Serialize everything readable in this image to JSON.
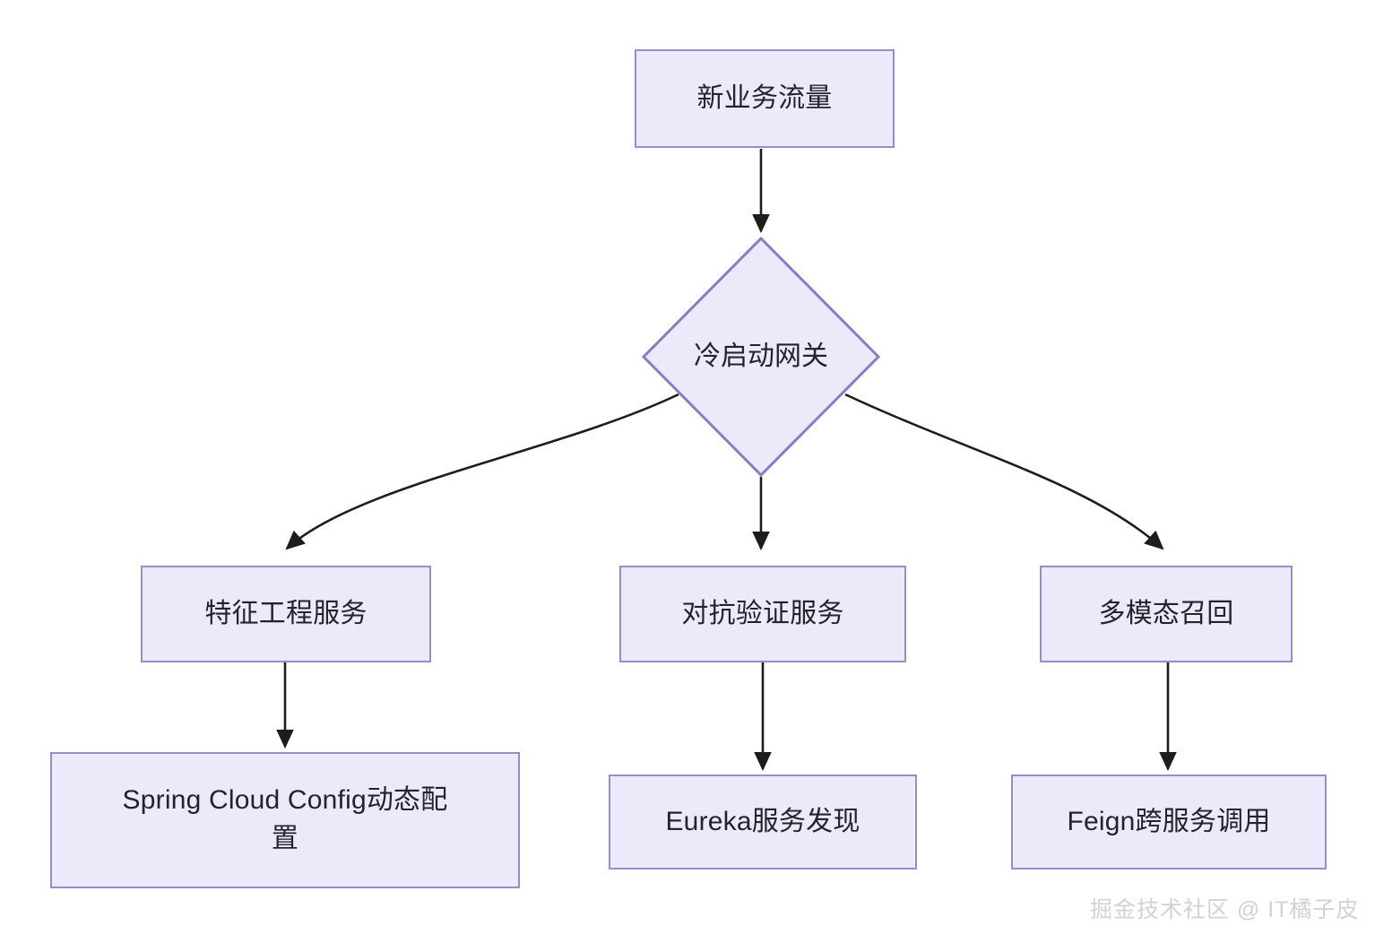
{
  "diagram": {
    "type": "flowchart",
    "title": "",
    "direction": "top-down",
    "theme": {
      "node_fill": "#ece9fb",
      "node_border": "#9a8bc9",
      "node_text": "#21252b",
      "edge_stroke": "#1d1d1d",
      "background": "#ffffff",
      "watermark_color": "#d2d2d6"
    },
    "nodes": [
      {
        "id": "n1",
        "shape": "rect",
        "label": "新业务流量"
      },
      {
        "id": "n2",
        "shape": "diamond",
        "label": "冷启动网关"
      },
      {
        "id": "n3",
        "shape": "rect",
        "label": "特征工程服务"
      },
      {
        "id": "n4",
        "shape": "rect",
        "label": "对抗验证服务"
      },
      {
        "id": "n5",
        "shape": "rect",
        "label": "多模态召回"
      },
      {
        "id": "n6",
        "shape": "rect",
        "label": "Spring Cloud Config动态配\n置"
      },
      {
        "id": "n7",
        "shape": "rect",
        "label": "Eureka服务发现"
      },
      {
        "id": "n8",
        "shape": "rect",
        "label": "Feign跨服务调用"
      }
    ],
    "edges": [
      {
        "from": "n1",
        "to": "n2",
        "label": "",
        "style": "straight-arrow"
      },
      {
        "from": "n2",
        "to": "n3",
        "label": "",
        "style": "curved-arrow"
      },
      {
        "from": "n2",
        "to": "n4",
        "label": "",
        "style": "straight-arrow"
      },
      {
        "from": "n2",
        "to": "n5",
        "label": "",
        "style": "curved-arrow"
      },
      {
        "from": "n3",
        "to": "n6",
        "label": "",
        "style": "straight-arrow"
      },
      {
        "from": "n4",
        "to": "n7",
        "label": "",
        "style": "straight-arrow"
      },
      {
        "from": "n5",
        "to": "n8",
        "label": "",
        "style": "straight-arrow"
      }
    ]
  },
  "watermark": {
    "text": "掘金技术社区 @ IT橘子皮"
  }
}
